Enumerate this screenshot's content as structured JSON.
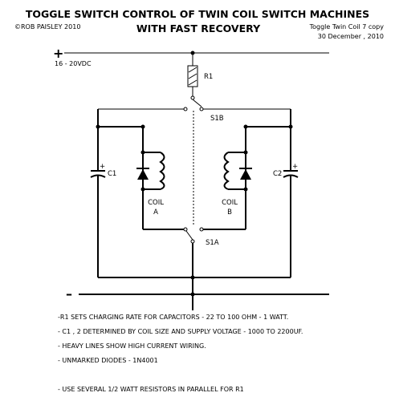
{
  "header": {
    "title_line1": "TOGGLE SWITCH CONTROL OF TWIN COIL SWITCH MACHINES",
    "title_line2": "WITH FAST RECOVERY",
    "copyright": "©ROB PAISLEY 2010",
    "file_name": "Toggle Twin Coil 7 copy",
    "date": "30 December , 2010"
  },
  "supply": {
    "plus_symbol": "+",
    "minus_symbol": "–",
    "voltage": "16 - 20VDC"
  },
  "components": {
    "r1": "R1",
    "s1b": "S1B",
    "s1a": "S1A",
    "c1": "C1",
    "c2": "C2",
    "cap_plus": "+",
    "coil_a_line1": "COIL",
    "coil_a_line2": "A",
    "coil_b_line1": "COIL",
    "coil_b_line2": "B"
  },
  "notes": [
    "-R1 SETS CHARGING RATE FOR CAPACITORS - 22 TO 100 OHM - 1 WATT.",
    "- C1 , 2 DETERMINED BY COIL SIZE AND SUPPLY VOLTAGE - 1000 TO 2200UF.",
    "- HEAVY LINES SHOW HIGH CURRENT WIRING.",
    "- UNMARKED DIODES - 1N4001",
    "- USE SEVERAL 1/2 WATT RESISTORS IN PARALLEL FOR R1"
  ],
  "colors": {
    "ink": "#000000",
    "background": "#ffffff"
  }
}
